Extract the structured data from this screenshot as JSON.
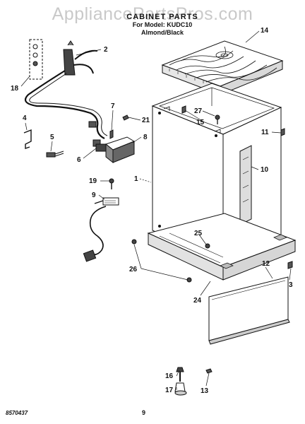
{
  "watermark": "AppliancePartsPros.com",
  "header": {
    "title": "CABINET PARTS",
    "model": "For Model: KUDC10",
    "color": "Almond/Black"
  },
  "footer": {
    "doc_number": "8570437",
    "page_number": "9"
  },
  "callouts": [
    "1",
    "2",
    "3",
    "4",
    "5",
    "6",
    "7",
    "8",
    "9",
    "10",
    "11",
    "12",
    "13",
    "14",
    "15",
    "16",
    "17",
    "18",
    "19",
    "21",
    "24",
    "25",
    "26",
    "27"
  ]
}
